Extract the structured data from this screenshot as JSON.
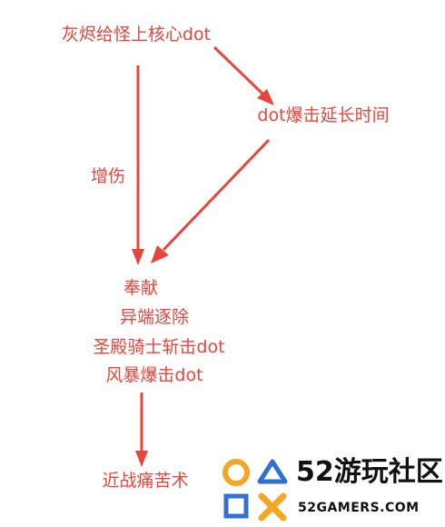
{
  "diagram": {
    "nodes": {
      "ash_core_dot": "灰烬给怪上核心dot",
      "dot_crit_extend": "dot爆击延长时间",
      "damage_boost": "增伤",
      "consecration": "奉献",
      "heresy_purge": "异端逐除",
      "templar_slash_dot": "圣殿骑士斩击dot",
      "storm_crit_dot": "风暴爆击dot",
      "melee_pain": "近战痛苦术"
    },
    "arrows": [
      {
        "from": "ash_core_dot",
        "to": "dot_crit_extend"
      },
      {
        "from": "ash_core_dot",
        "to": "consecration",
        "label": "damage_boost"
      },
      {
        "from": "dot_crit_extend",
        "to": "consecration"
      },
      {
        "from": "storm_crit_dot",
        "to": "melee_pain"
      }
    ],
    "colors": {
      "text": "#e8453c",
      "arrow": "#e8453c"
    }
  },
  "watermark": {
    "main_text": "52游玩社区",
    "sub_text": "52GAMERS.COM",
    "colors": {
      "circle": "#f5a623",
      "triangle": "#2f6fd6",
      "x_mark": "#f5a623",
      "square": "#2f6fd6"
    }
  }
}
